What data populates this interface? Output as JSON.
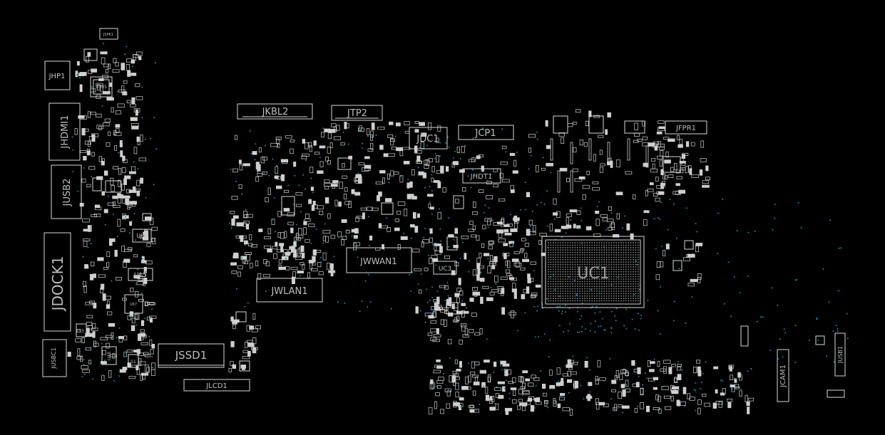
{
  "colors": {
    "background": "#000000",
    "outline": "#d8d8d8",
    "label": "#bdbdbd",
    "pad": "#cfcfcf",
    "via": "#1c8aa0"
  },
  "components": {
    "JSPK1": "JSPK1",
    "JHP1": "JHP1",
    "U305": "U305",
    "JHDMI1": "JHDMI1",
    "JUSB2": "JUSB2",
    "UL5": "UL5",
    "JDOCK1": "JDOCK1",
    "U15": "U15",
    "U67": "U67",
    "S3": "S3",
    "JUSBC1": "JUSBC1",
    "U48": "U48",
    "S1": "S1",
    "JSSD1": "JSSD1",
    "JLCD1": "JLCD1",
    "JKBL2": "JKBL2",
    "JTP2": "JTP2",
    "JDC1": "JDC1",
    "JCP1": "JCP1",
    "JHDT1": "JHDT1",
    "JFPR1": "JFPR1",
    "JWWAN1": "JWWAN1",
    "JWLAN1": "JWLAN1",
    "UC3": "UC3",
    "UC1": "UC1",
    "JCAM1": "JCAM1",
    "JUSB1": "JUSB1"
  }
}
